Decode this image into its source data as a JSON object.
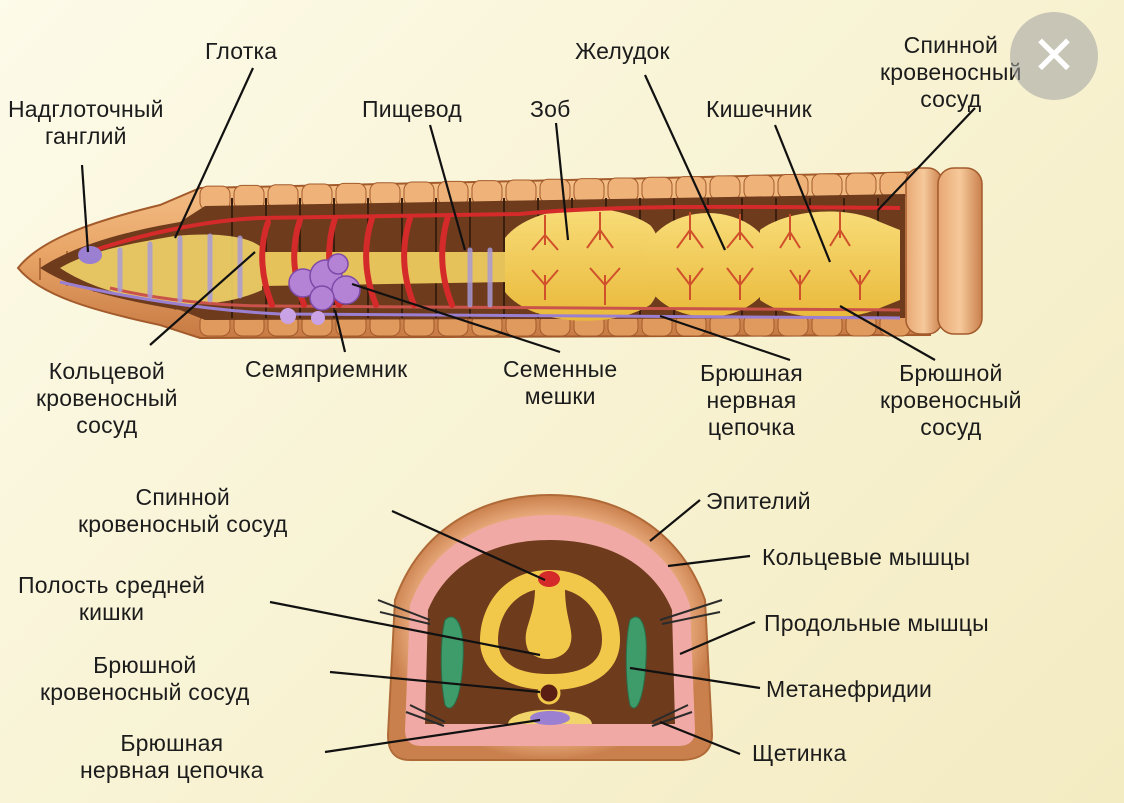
{
  "labels": {
    "glotka": "Глотка",
    "zheludok": "Желудок",
    "spinnoy_top": "Спинной\nкровеносный\nсосуд",
    "nadglotochny": "Надглоточный\nганглий",
    "pishchevod": "Пищевод",
    "zob": "Зоб",
    "kishechnik": "Кишечник",
    "koltsevoy": "Кольцевой\nкровеносный\nсосуд",
    "semyapriemnik": "Семяприемник",
    "semennye": "Семенные\nмешки",
    "bryushnaya_top": "Брюшная\nнервная\nцепочка",
    "bryushnoy_top": "Брюшной\nкровеносный\nсосуд",
    "spinnoy_bottom": "Спинной\nкровеносный сосуд",
    "epiteliy": "Эпителий",
    "koltsevye_myshtsy": "Кольцевые мышцы",
    "polost": "Полость средней\nкишки",
    "prodolnye": "Продольные мышцы",
    "bryushnoy_bottom": "Брюшной\nкровеносный сосуд",
    "metanefridii": "Метанефридии",
    "bryushnaya_bottom": "Брюшная\nнервная цепочка",
    "shchetinka": "Щетинка"
  },
  "close": {
    "glyph": "✕",
    "icon": "close-icon"
  },
  "colors": {
    "segment": "#e8a466",
    "segment_dark": "#b9683a",
    "gut": "#f2c84a",
    "blood": "#d42a2a",
    "nerve": "#9b7fd1",
    "cavity": "#6e3b1d",
    "muscle_pink": "#f0a9a4"
  }
}
